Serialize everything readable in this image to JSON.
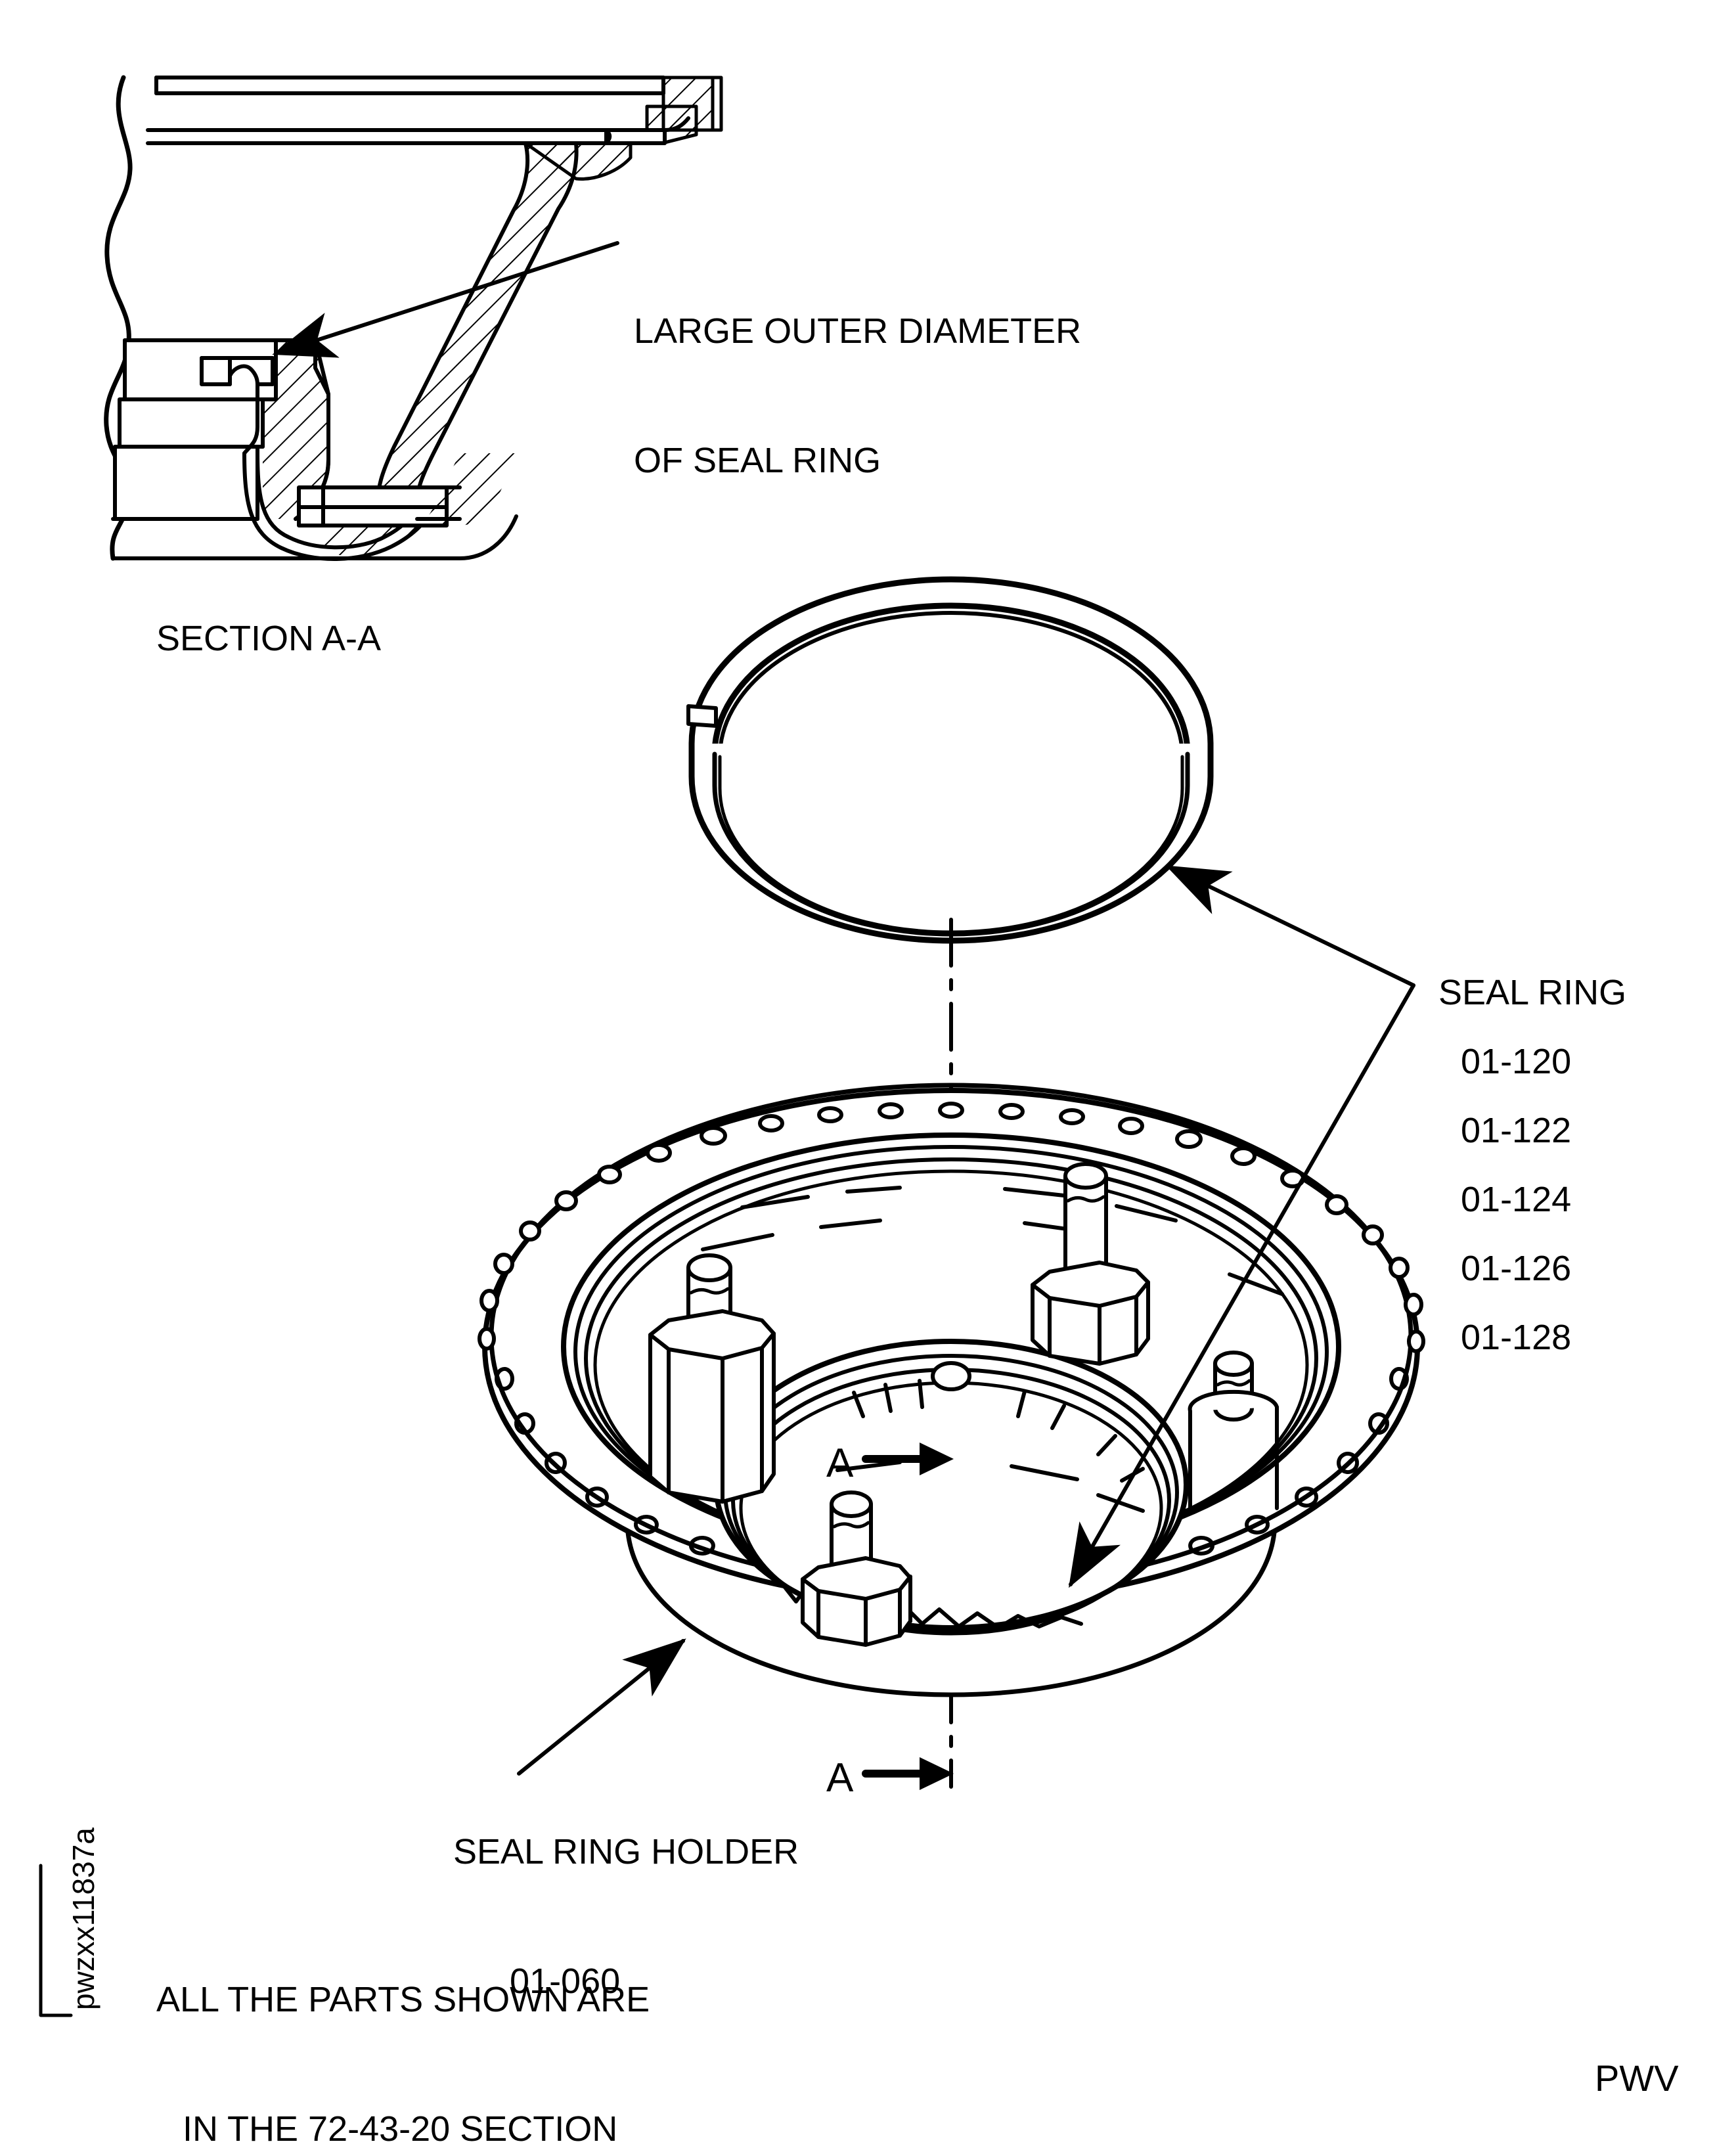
{
  "drawing": {
    "section_title": "SECTION A-A",
    "section_mark_label": "A",
    "sheet_code": "pwzxx11837a",
    "sheet_ref": "PWV"
  },
  "callouts": {
    "large_od": {
      "line1": "LARGE OUTER DIAMETER",
      "line2": "OF SEAL RING"
    },
    "seal_ring": {
      "title": "SEAL RING",
      "part_numbers": [
        "01-120",
        "01-122",
        "01-124",
        "01-126",
        "01-128"
      ]
    },
    "seal_ring_holder": {
      "title": "SEAL RING HOLDER",
      "part_number": "01-060"
    }
  },
  "note": {
    "line1": "ALL THE PARTS SHOWN ARE",
    "line2": "IN THE 72-43-20 SECTION"
  },
  "style": {
    "ink": "#000000",
    "paper": "#ffffff"
  }
}
